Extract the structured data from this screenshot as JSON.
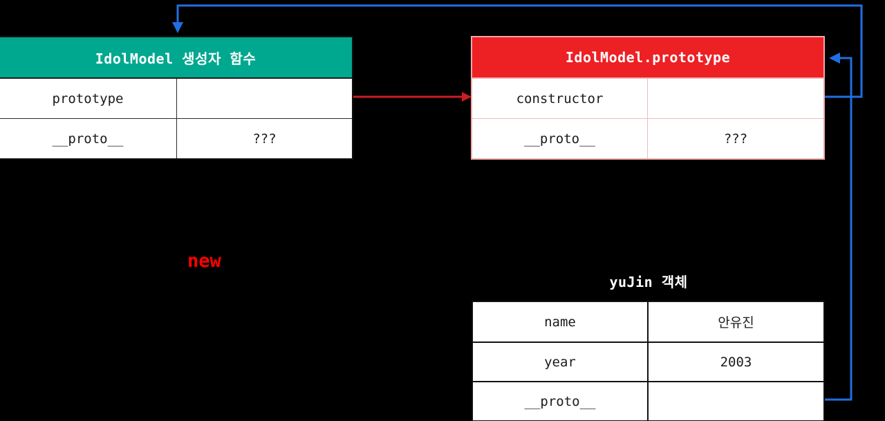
{
  "diagram": {
    "title": "JavaScript prototype chain diagram",
    "colors": {
      "background": "#000000",
      "teal_header": "#00a88f",
      "red_header": "#ed2024",
      "blue_wire": "#1f6fe0",
      "red_wire": "#cc1c22",
      "new_label": "#ff0000"
    }
  },
  "constructor_function": {
    "title": "IdolModel 생성자 함수",
    "rows": [
      {
        "key": "prototype",
        "value": ""
      },
      {
        "key": "__proto__",
        "value": "???"
      }
    ]
  },
  "prototype_object": {
    "title": "IdolModel.prototype",
    "rows": [
      {
        "key": "constructor",
        "value": ""
      },
      {
        "key": "__proto__",
        "value": "???"
      }
    ]
  },
  "instance_object": {
    "title": "yuJin 객체",
    "rows": [
      {
        "key": "name",
        "value": "안유진"
      },
      {
        "key": "year",
        "value": "2003"
      },
      {
        "key": "__proto__",
        "value": ""
      }
    ]
  },
  "annotations": {
    "new_operator": "new"
  },
  "connectors": [
    {
      "name": "prototype-to-prototype-object",
      "color": "#cc1c22",
      "from": "IdolModel 생성자 함수 . prototype",
      "to": "IdolModel.prototype",
      "source_marker": "diamond",
      "target_marker": "arrow"
    },
    {
      "name": "constructor-to-constructor-function",
      "color": "#1f6fe0",
      "from": "IdolModel.prototype . constructor",
      "to": "IdolModel 생성자 함수",
      "source_marker": "dot",
      "target_marker": "arrow"
    },
    {
      "name": "instance-proto-to-prototype-object",
      "color": "#1f6fe0",
      "from": "yuJin 객체 . __proto__",
      "to": "IdolModel.prototype",
      "source_marker": "dot",
      "target_marker": "arrow"
    }
  ]
}
